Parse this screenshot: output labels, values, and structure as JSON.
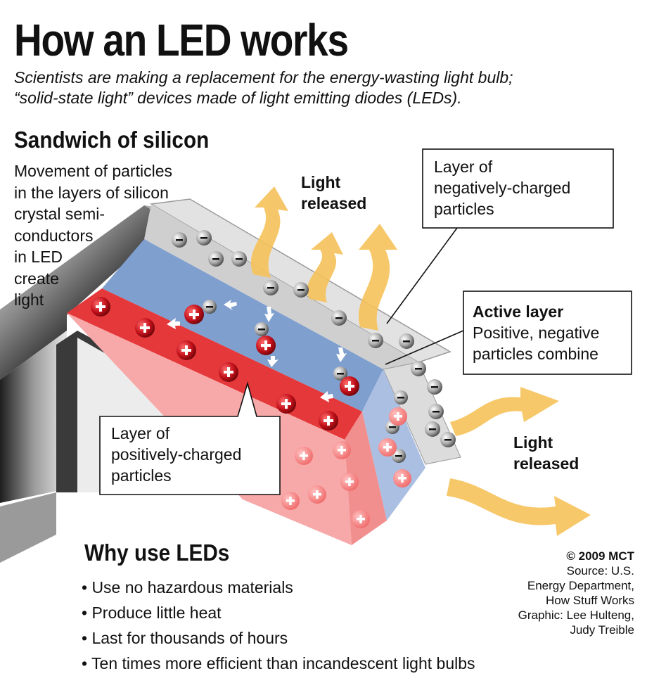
{
  "title": "How an LED works",
  "subtitle": "Scientists are making a replacement for the energy-wasting light bulb;\n“solid-state light” devices made of light emitting diodes (LEDs).",
  "sandwich": {
    "title": "Sandwich of silicon",
    "description": "Movement of particles\nin the layers of silicon\ncrystal semi-\nconductors\nin LED\ncreate\nlight"
  },
  "diagram": {
    "light_released_top": "Light\nreleased",
    "light_released_right": "Light\nreleased",
    "negative_layer_label": "Layer of\nnegatively-charged\nparticles",
    "active_layer_title": "Active layer",
    "active_layer_desc": "Positive, negative\nparticles combine",
    "positive_layer_label": "Layer of\npositively-charged\nparticles",
    "positive_symbol": "+",
    "negative_symbol": "−",
    "colors": {
      "negative_layer": "#d9d9d9",
      "active_layer": "#7f9fcf",
      "positive_layer": "#e5383b",
      "light_arrow": "#f6c25a",
      "frame": "#555555"
    }
  },
  "why": {
    "title": "Why use LEDs",
    "items": [
      "• Use no hazardous materials",
      "• Produce little heat",
      "• Last for thousands of hours",
      "• Ten times more efficient than incandescent light bulbs"
    ]
  },
  "credits": {
    "copyright": "© 2009 MCT",
    "lines": "Source: U.S.\nEnergy Department,\nHow Stuff Works\nGraphic: Lee Hulteng,\nJudy Treible"
  }
}
